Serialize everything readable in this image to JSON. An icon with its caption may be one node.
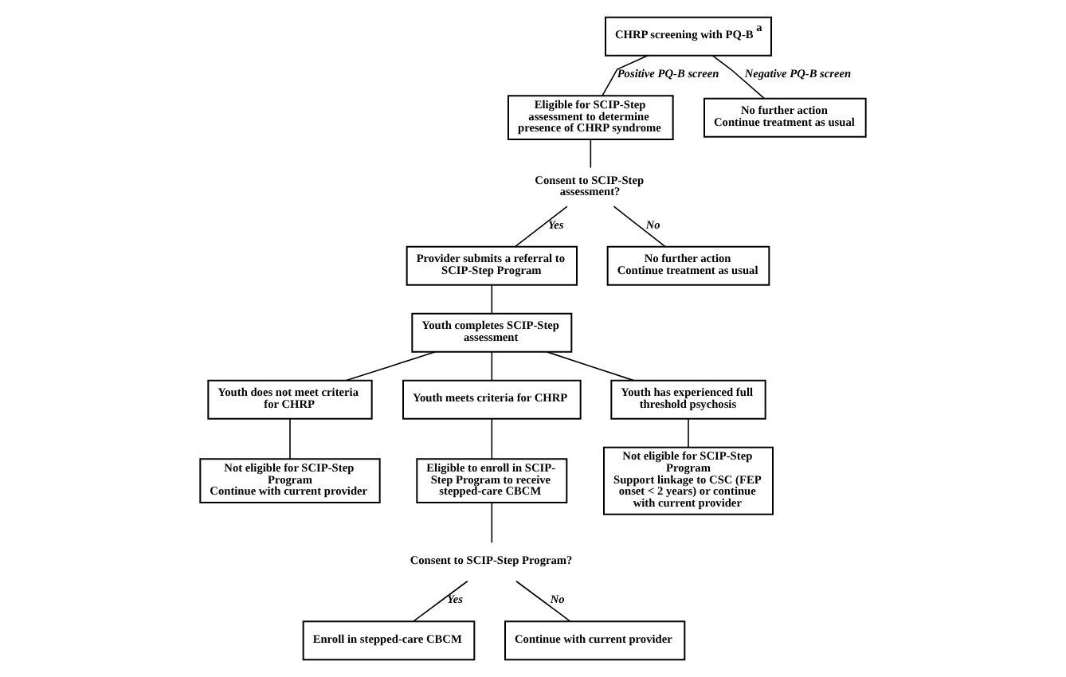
{
  "diagram": {
    "nodes": [
      {
        "text": [
          "CHRP screening with PQ-B$^{a}$"
        ]
      },
      {
        "text": [
          "Eligible for SCIP-Step assessment to determine presence of CHRP syndrome"
        ]
      },
      {
        "text": [
          "No further action",
          "Continue treatment as usual"
        ]
      },
      {
        "text": [
          "Consent to SCIP-Step assessment?"
        ]
      },
      {
        "text": [
          "Provider submits a referral to SCIP-Step Program"
        ]
      },
      {
        "text": [
          "No further action",
          "Continue treatment as usual"
        ]
      },
      {
        "text": [
          "Youth completes SCIP-Step assessment"
        ]
      },
      {
        "text": [
          "Youth does not meet criteria for CHRP"
        ]
      },
      {
        "text": [
          "Youth meets criteria for CHRP"
        ]
      },
      {
        "text": [
          "Youth has experienced full threshold psychosis"
        ]
      },
      {
        "text": [
          "Not eligible for SCIP-Step Program",
          "Continue with current provider"
        ]
      },
      {
        "text": [
          "Eligible to enroll in SCIP-Step Program to receive stepped-care CBCM"
        ]
      },
      {
        "text": [
          "Not eligible for SCIP-Step Program",
          "Support linkage to CSC (FEP onset < 2 years) or continue with current provider"
        ]
      },
      {
        "text": [
          "Consent to SCIP-Step Program?"
        ]
      },
      {
        "text": [
          "Enroll in stepped-care CBCM"
        ]
      },
      {
        "text": [
          "Continue with current provider"
        ]
      }
    ],
    "edges": [
      {
        "from": 0,
        "to": 1,
        "arrow": "none",
        "label": "Positive PQ-B screen"
      },
      {
        "from": 0,
        "to": 2,
        "arrow": "none",
        "label": "Negative PQ-B screen"
      },
      {
        "from": 1,
        "to": 3,
        "arrow": "none"
      },
      {
        "from": 3,
        "to": 4,
        "arrow": "none",
        "label": "Yes"
      },
      {
        "from": 3,
        "to": 5,
        "arrow": "none",
        "label": "No"
      },
      {
        "from": 4,
        "to": 6,
        "arrow": "none"
      },
      {
        "from": 6,
        "to": 7,
        "arrow": "none"
      },
      {
        "from": 6,
        "to": 8,
        "arrow": "none"
      },
      {
        "from": 6,
        "to": 9,
        "arrow": "none"
      },
      {
        "from": 7,
        "to": 10,
        "arrow": "none"
      },
      {
        "from": 8,
        "to": 11,
        "arrow": "none"
      },
      {
        "from": 9,
        "to": 12,
        "arrow": "none"
      },
      {
        "from": 11,
        "to": 13,
        "arrow": "none"
      },
      {
        "from": 13,
        "to": 14,
        "arrow": "none",
        "label": "Yes"
      },
      {
        "from": 13,
        "to": 15,
        "arrow": "none",
        "label": "No"
      }
    ]
  }
}
